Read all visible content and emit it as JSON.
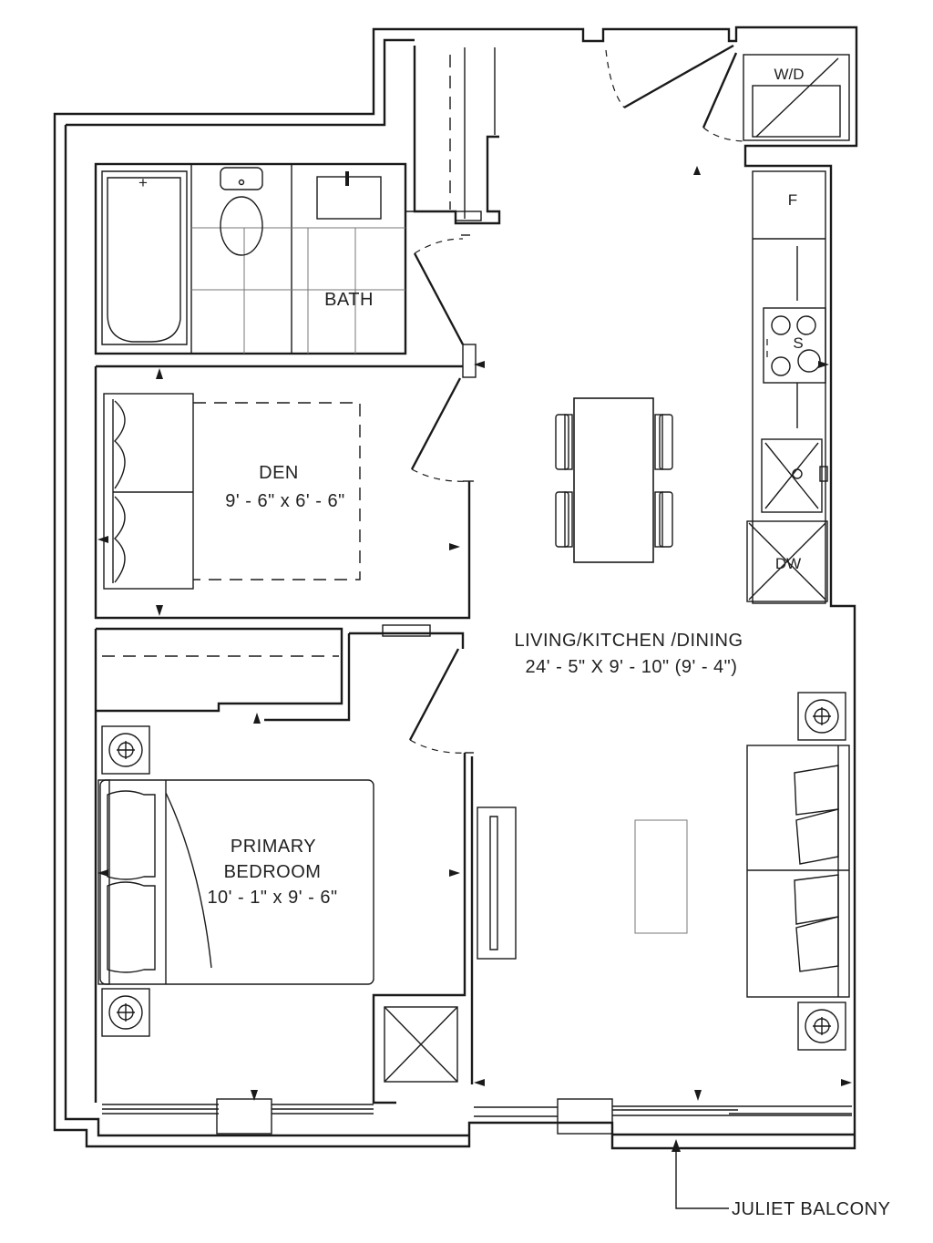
{
  "rooms": {
    "bath": {
      "name": "BATH"
    },
    "den": {
      "name": "DEN",
      "dims": "9' - 6\" x 6' - 6\""
    },
    "living": {
      "name": "LIVING/KITCHEN /DINING",
      "dims": "24' - 5\" X 9' - 10\" (9' - 4\")"
    },
    "bedroom": {
      "name_line1": "PRIMARY",
      "name_line2": "BEDROOM",
      "dims": "10' - 1\" x 9' - 6\""
    }
  },
  "appliances": {
    "washer_dryer": "W/D",
    "fridge": "F",
    "stove": "S",
    "dishwasher": "DW"
  },
  "callouts": {
    "juliet_balcony": "JULIET BALCONY"
  },
  "colors": {
    "line": "#1a1a1a",
    "background": "#ffffff"
  }
}
